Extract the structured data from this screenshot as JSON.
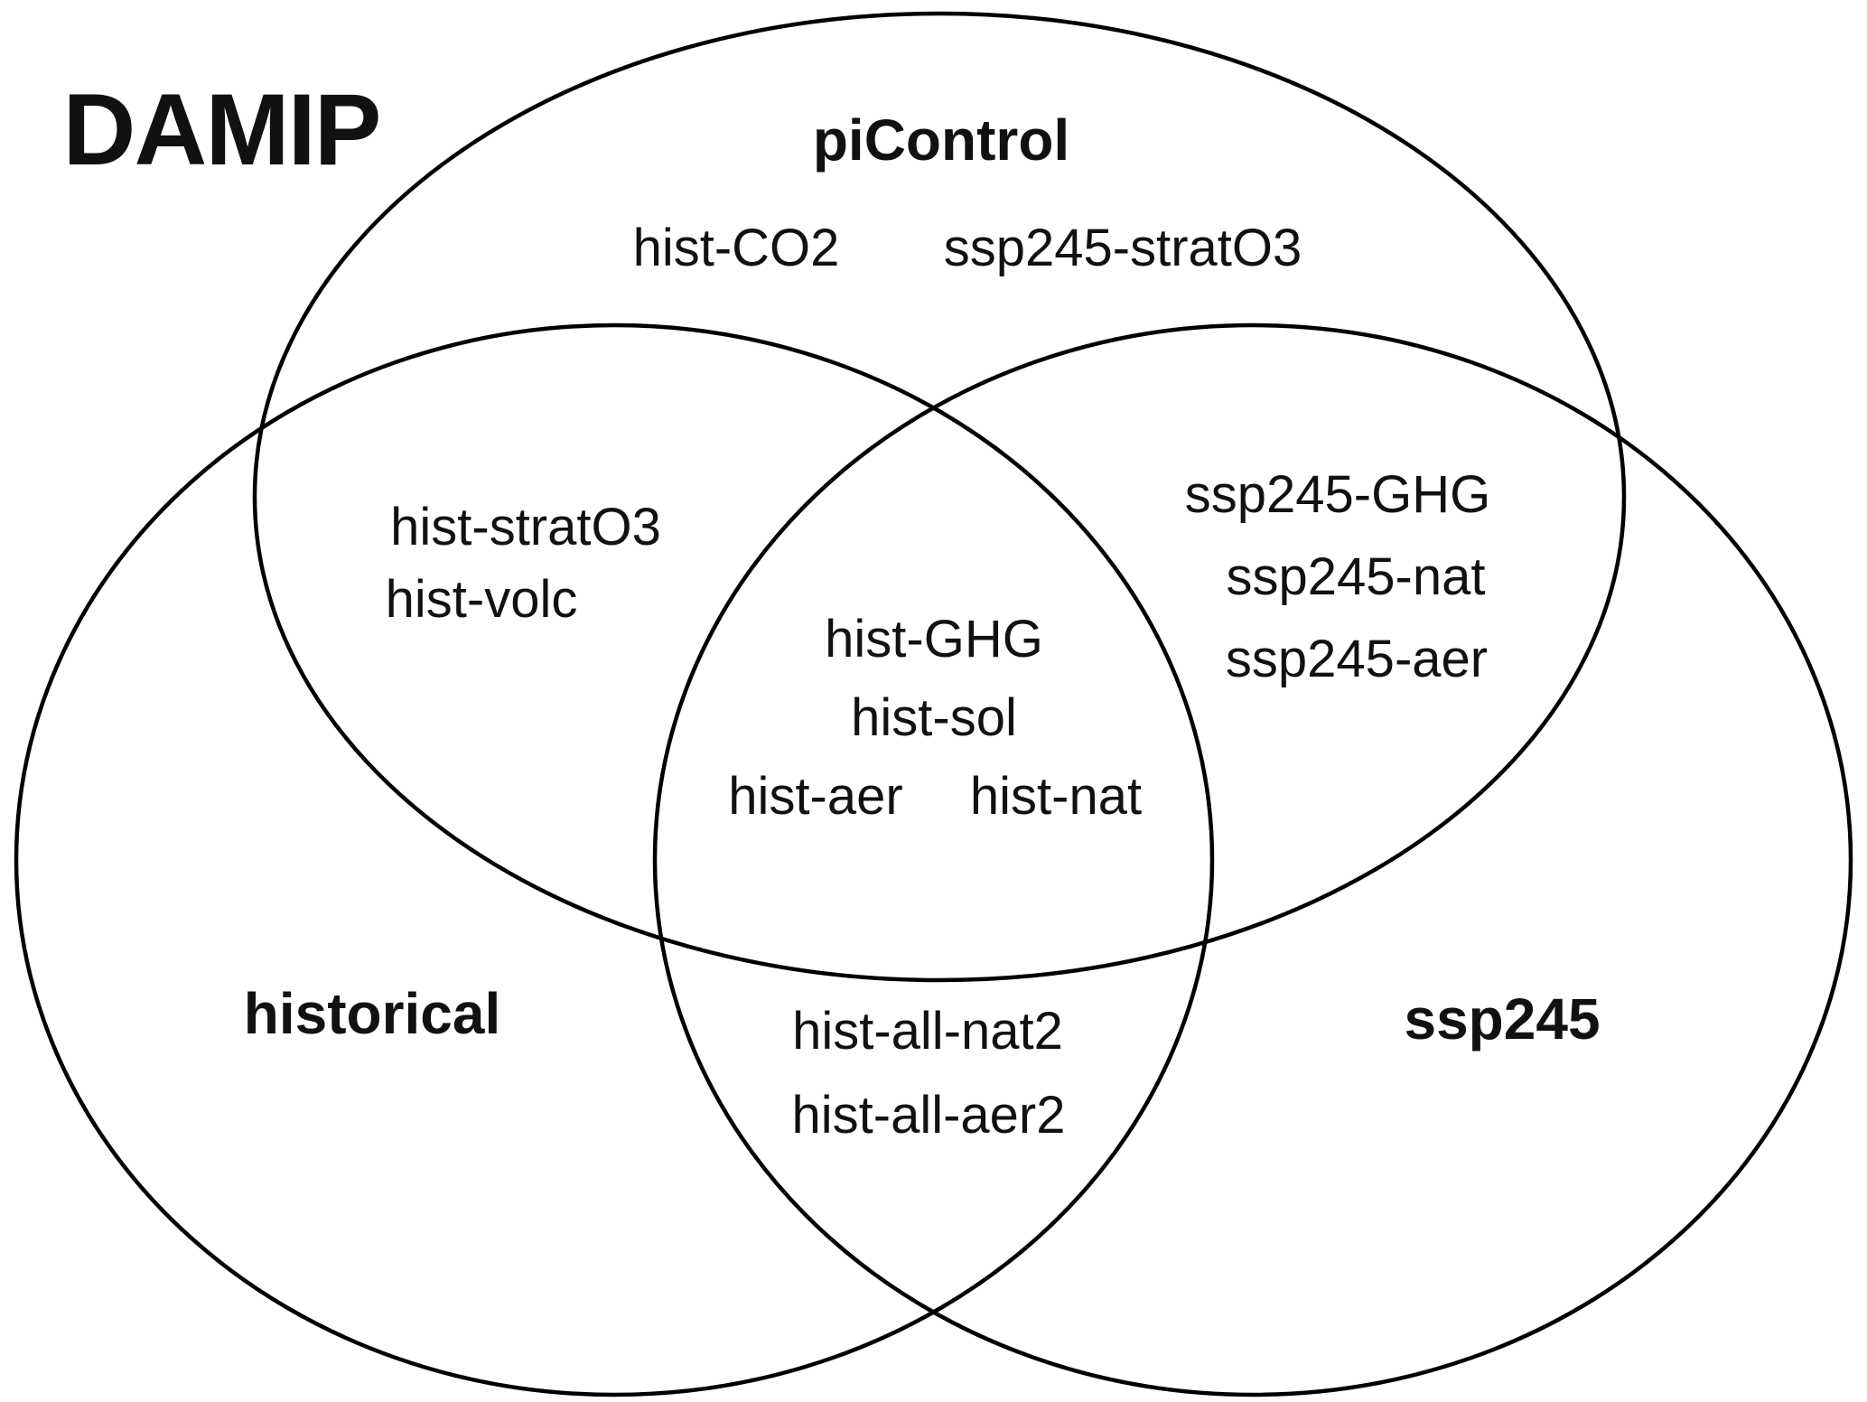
{
  "diagram": {
    "title": "DAMIP",
    "type": "venn",
    "sets": [
      {
        "id": "piControl",
        "label": "piControl"
      },
      {
        "id": "historical",
        "label": "historical"
      },
      {
        "id": "ssp245",
        "label": "ssp245"
      }
    ],
    "regions": {
      "piControl_only": [
        "hist-CO2",
        "ssp245-stratO3"
      ],
      "piControl_historical": [
        "hist-stratO3",
        "hist-volc"
      ],
      "piControl_ssp245": [
        "ssp245-GHG",
        "ssp245-nat",
        "ssp245-aer"
      ],
      "all_three": [
        "hist-GHG",
        "hist-sol",
        "hist-aer",
        "hist-nat"
      ],
      "historical_ssp245": [
        "hist-all-nat2",
        "hist-all-aer2"
      ]
    },
    "colors": {
      "stroke": "#000000",
      "text": "#111111",
      "background": "#ffffff"
    }
  }
}
